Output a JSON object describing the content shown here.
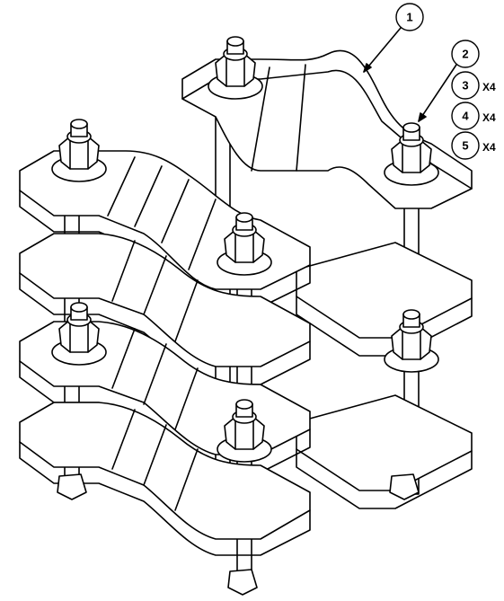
{
  "callouts": [
    {
      "id": "callout-1",
      "label": "1",
      "qty": ""
    },
    {
      "id": "callout-2",
      "label": "2",
      "qty": ""
    },
    {
      "id": "callout-3",
      "label": "3",
      "qty": "X4"
    },
    {
      "id": "callout-4",
      "label": "4",
      "qty": "X4"
    },
    {
      "id": "callout-5",
      "label": "5",
      "qty": "X4"
    }
  ]
}
